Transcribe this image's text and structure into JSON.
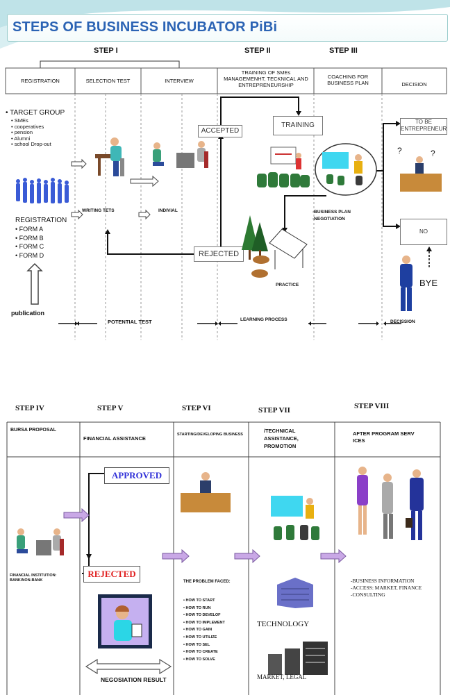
{
  "title": "STEPS OF BUSINESS INCUBATOR  PiBi",
  "top": {
    "steps": {
      "s1": "STEP I",
      "s2": "STEP II",
      "s3": "STEP III"
    },
    "headers": {
      "registration": "REGISTRATION",
      "selection": "SELECTION TEST",
      "interview": "INTERVIEW",
      "training": "TRAINING  OF  SMEs MANAGEMENHT, TECKNICAL AND ENTREPRENEURSHIP",
      "coaching": "COACHING FOR BUSINESS PLAN",
      "decision": "DECISION"
    },
    "target_group_title": "TARGET GROUP",
    "target_group_items": [
      "SMEs",
      "cooperatives",
      "pension",
      "Alumni",
      "school Drop-out"
    ],
    "registration_title": "REGISTRATION",
    "forms": [
      "FORM A",
      "FORM B",
      "FORM C",
      "FORM D"
    ],
    "publication": "publication",
    "writing_tets": "WRITING TETS",
    "indivial": "INDIVIAL",
    "accepted": "ACCEPTED",
    "rejected": "REJECTED",
    "training_box": "TRAINING",
    "practice": "PRACTICE",
    "business_plan": "-BUSINESS  PLAN",
    "negotiation": "-NEGOTIATION",
    "to_be": "TO BE",
    "entrepreneur": "ENTREPRENEUR",
    "q1": "?",
    "q2": "?",
    "no": "NO",
    "bye": "BYE",
    "decission": "DECISSION",
    "potential_test": "POTENTIAL TEST",
    "learning_process": "LEARNING PROCESS"
  },
  "bottom": {
    "steps": {
      "s4": "STEP IV",
      "s5": "STEP  V",
      "s6": "STEP  VI",
      "s7": "STEP VII",
      "s8": "STEP  VIII"
    },
    "headers": {
      "bursa": "BURSA PROPOSAL",
      "financial": "FINANCIAL ASSISTANCE",
      "starting": "STARTING/DEVELOPING BUSINESS",
      "technical": "/TECHNICAL ASSISTANCE, PROMOTION",
      "after": "AFTER PROGRAM SERV ICES"
    },
    "approved": "APPROVED",
    "rejected": "REJECTED",
    "financial_inst": "FINANCIAL INSTITUTION: BANK/NON-BANK",
    "negosiation": "NEGOSIATION RESULT",
    "problem_title": "THE PROBLEM FACED:",
    "problems": [
      "HOW TO START",
      "HOW TO  RUN",
      "HOW TO DEVELOF",
      "HOW TO IMPLEMENT",
      "HOW TO GAIN",
      "HOW TO UTILIZE",
      "HOW TO SEL",
      "HOW TO CREATE",
      "HOW TO SOLVE"
    ],
    "technology": "TECHNOLOGY",
    "market_legal": "MARKET, LEGAL",
    "after_items": [
      "-BUSINESS INFORMATION",
      "-ACCESS: MARKET, FINANCE",
      "-CONSULTING"
    ]
  }
}
